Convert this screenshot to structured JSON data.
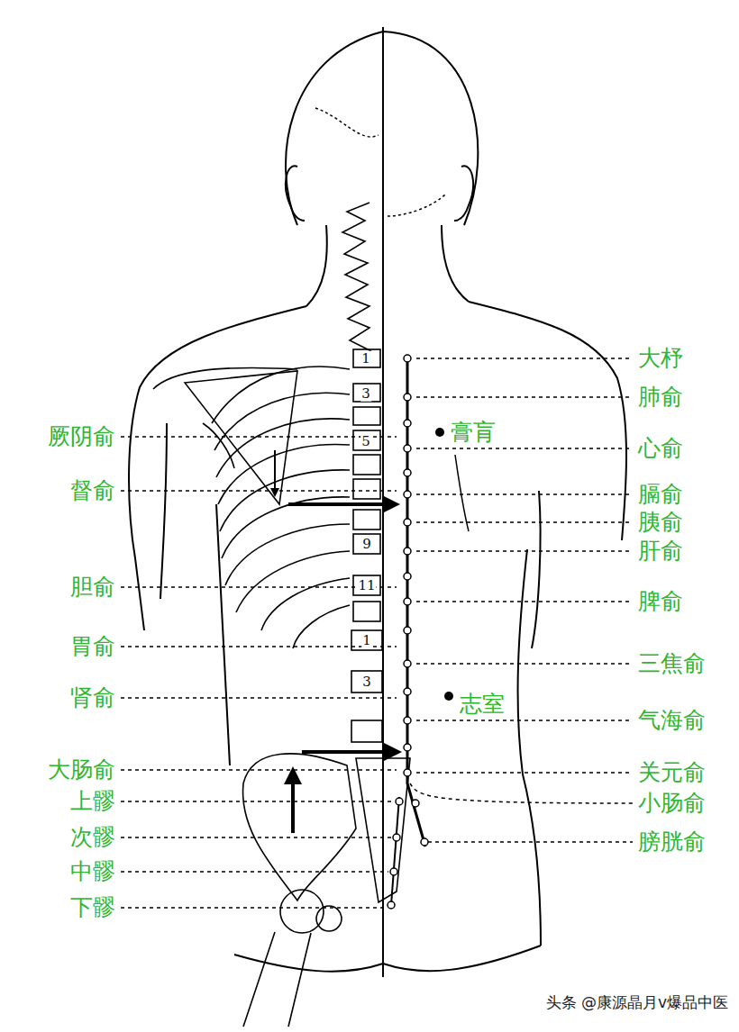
{
  "diagram": {
    "labels": [
      "大杼",
      "肺俞",
      "厥阴俞",
      "膏肓",
      "心俞",
      "督俞",
      "膈俞",
      "胰俞",
      "肝俞",
      "胆俞",
      "脾俞",
      "胃俞",
      "三焦俞",
      "肾俞",
      "志室",
      "气海俞",
      "大肠俞",
      "关元俞",
      "上髎",
      "小肠俞",
      "次髎",
      "膀胱俞",
      "中髎",
      "下髎",
      "1",
      "3",
      "5",
      "9",
      "11",
      "1",
      "3",
      "头条 @康源晶月v爆品中医"
    ]
  }
}
